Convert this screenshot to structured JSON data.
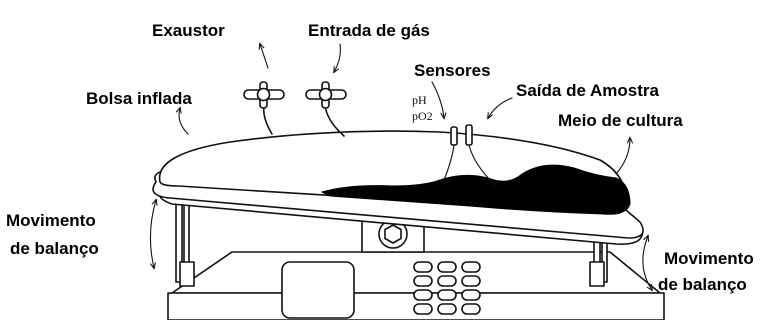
{
  "labels": {
    "exaustor": "Exaustor",
    "entrada_gas": "Entrada de gás",
    "sensores": "Sensores",
    "ph": "pH",
    "po2": "pO2",
    "saida_amostra": "Saída de Amostra",
    "bolsa_inflada": "Bolsa inflada",
    "meio_cultura": "Meio de cultura",
    "mov_left_1": "Movimento",
    "mov_left_2": "de balanço",
    "mov_right_1": "Movimento",
    "mov_right_2": "de balanço"
  },
  "colors": {
    "ink": "#111111",
    "medium": "#000000",
    "background": "#ffffff"
  }
}
